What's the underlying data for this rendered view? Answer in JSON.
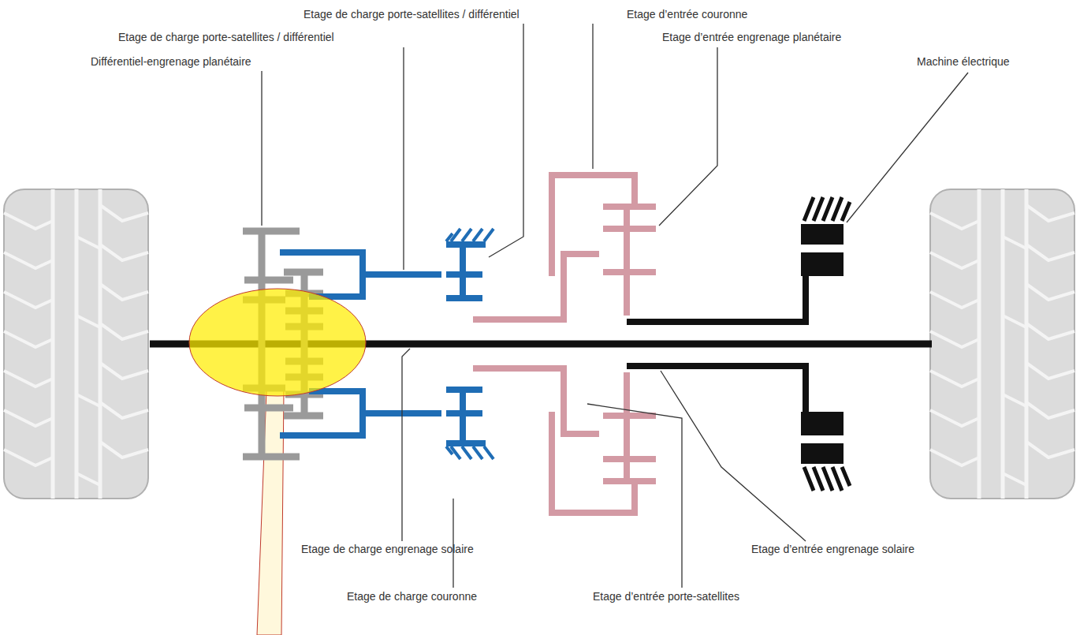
{
  "diagram": {
    "labels": [
      "Etage de charge porte-satellites / différentiel",
      "Etage d’entrée couronne",
      "Etage de charge porte-satellites / différentiel",
      "Etage d’entrée engrenage planétaire",
      "Différentiel-engrenage planétaire",
      "Machine électrique",
      "Etage de charge engrenage solaire",
      "Etage d’entrée engrenage solaire",
      "Etage de charge couronne",
      "Etage d’entrée porte-satellites"
    ]
  }
}
